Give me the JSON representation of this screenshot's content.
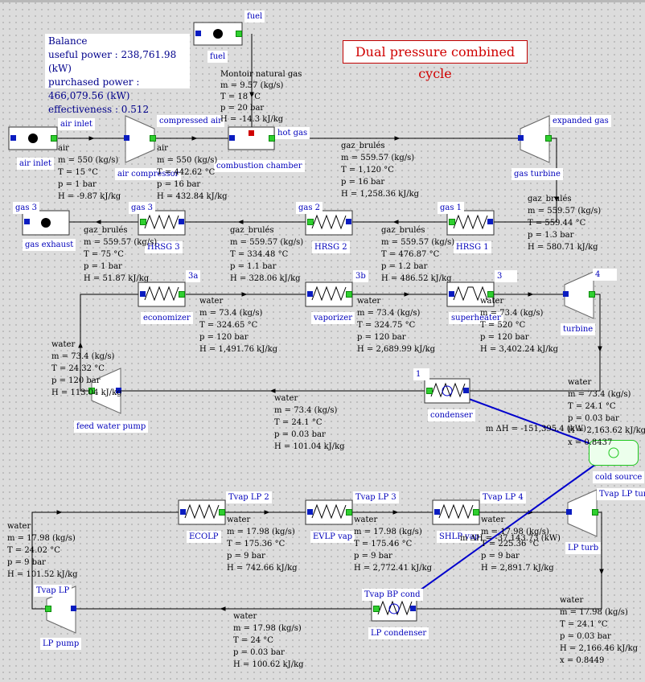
{
  "title": "Dual pressure combined cycle",
  "balance": {
    "heading": "Balance",
    "useful_power": "useful power : 238,761.98 (kW)",
    "purchased_power": "purchased power : 466,079.56 (kW)",
    "effectiveness": "effectiveness : 0.512"
  },
  "colors": {
    "port_blue": "#0a1cc0",
    "port_green": "#2fcf2f",
    "title_red": "#d00000",
    "link_blue": "#0000cc",
    "cold_source_green": "#1ec81e"
  },
  "components": {
    "fuel": {
      "tag": "fuel",
      "name": "fuel"
    },
    "air_inlet": {
      "tag": "air inlet",
      "name": "air inlet"
    },
    "air_compressor": {
      "tag": "compressed air",
      "name": "air compressor"
    },
    "combustion_chamber": {
      "tag": "hot gas",
      "name": "combustion chamber"
    },
    "gas_turbine": {
      "tag": "expanded gas",
      "name": "gas turbine"
    },
    "hrsg1": {
      "tag": "gas 1",
      "name": "HRSG 1"
    },
    "hrsg2": {
      "tag": "gas 2",
      "name": "HRSG 2"
    },
    "hrsg3": {
      "tag": "gas 3",
      "name": "HRSG 3"
    },
    "gas_exhaust": {
      "tag": "gas 3",
      "name": "gas exhaust"
    },
    "economizer": {
      "tag": "3a",
      "name": "economizer"
    },
    "vaporizer": {
      "tag": "3b",
      "name": "vaporizer"
    },
    "superheater": {
      "tag": "3",
      "name": "superheater"
    },
    "turbine": {
      "tag": "4",
      "name": "turbine"
    },
    "condenser": {
      "tag": "1",
      "name": "condenser"
    },
    "feed_water_pump": {
      "name": "feed water pump"
    },
    "cold_source": {
      "name": "cold source"
    },
    "ecolp": {
      "tag": "Tvap LP 2",
      "name": "ECOLP"
    },
    "evlp": {
      "tag": "Tvap LP 3",
      "name": "EVLP vap"
    },
    "shlp": {
      "tag": "Tvap LP 4",
      "name": "SHLP vap"
    },
    "lp_turb": {
      "tag": "Tvap LP turb",
      "name": "LP turb"
    },
    "lp_condenser": {
      "tag": "Tvap BP cond",
      "name": "LP condenser"
    },
    "lp_pump": {
      "tag": "Tvap LP",
      "name": "LP pump"
    }
  },
  "streams": {
    "fuel": [
      "Montoir natural gas",
      "m = 9.57 (kg/s)",
      "T = 18 °C",
      "p = 20 bar",
      "H = -14.3 kJ/kg"
    ],
    "air": [
      "air",
      "m = 550 (kg/s)",
      "T = 15 °C",
      "p = 1 bar",
      "H = -9.87 kJ/kg"
    ],
    "compressed_air": [
      "air",
      "m = 550 (kg/s)",
      "T = 442.62 °C",
      "p = 16 bar",
      "H = 432.84 kJ/kg"
    ],
    "hot_gas": [
      "gaz_brulés",
      "m = 559.57 (kg/s)",
      "T = 1,120 °C",
      "p = 16 bar",
      "H = 1,258.36 kJ/kg"
    ],
    "expanded_gas": [
      "gaz_brulés",
      "m = 559.57 (kg/s)",
      "T = 559.44 °C",
      "p = 1.3 bar",
      "H = 580.71 kJ/kg"
    ],
    "gas1": [
      "gaz_brulés",
      "m = 559.57 (kg/s)",
      "T = 476.87 °C",
      "p = 1.2 bar",
      "H = 486.52 kJ/kg"
    ],
    "gas2": [
      "gaz_brulés",
      "m = 559.57 (kg/s)",
      "T = 334.48 °C",
      "p = 1.1 bar",
      "H = 328.06 kJ/kg"
    ],
    "gas3": [
      "gaz_brulés",
      "m = 559.57 (kg/s)",
      "T = 75 °C",
      "p = 1 bar",
      "H = 51.87 kJ/kg"
    ],
    "s3a": [
      "water",
      "m = 73.4 (kg/s)",
      "T = 324.65 °C",
      "p = 120 bar",
      "H = 1,491.76 kJ/kg"
    ],
    "s3b": [
      "water",
      "m = 73.4 (kg/s)",
      "T = 324.75 °C",
      "p = 120 bar",
      "H = 2,689.99 kJ/kg"
    ],
    "s3": [
      "water",
      "m = 73.4 (kg/s)",
      "T = 520 °C",
      "p = 120 bar",
      "H = 3,402.24 kJ/kg"
    ],
    "s4": [
      "water",
      "m = 73.4 (kg/s)",
      "T = 24.1 °C",
      "p = 0.03 bar",
      "H = 2,163.62 kJ/kg",
      "x = 0.8437"
    ],
    "s1": [
      "water",
      "m = 73.4 (kg/s)",
      "T = 24.1 °C",
      "p = 0.03 bar",
      "H = 101.04 kJ/kg"
    ],
    "s2": [
      "water",
      "m = 73.4 (kg/s)",
      "T = 24.32 °C",
      "p = 120 bar",
      "H = 113.04 kJ/kg"
    ],
    "lp1": [
      "water",
      "m = 17.98 (kg/s)",
      "T = 24.02 °C",
      "p = 9 bar",
      "H = 101.52 kJ/kg"
    ],
    "lp2": [
      "water",
      "m = 17.98 (kg/s)",
      "T = 175.36 °C",
      "p = 9 bar",
      "H = 742.66 kJ/kg"
    ],
    "lp3": [
      "water",
      "m = 17.98 (kg/s)",
      "T = 175.46 °C",
      "p = 9 bar",
      "H = 2,772.41 kJ/kg"
    ],
    "lp4": [
      "water",
      "m = 17.98 (kg/s)",
      "T = 225.36 °C",
      "p = 9 bar",
      "H = 2,891.7 kJ/kg"
    ],
    "lp_turb_out": [
      "water",
      "m = 17.98 (kg/s)",
      "T = 24.1 °C",
      "p = 0.03 bar",
      "H = 2,166.46 kJ/kg",
      "x = 0.8449"
    ],
    "lp_cond_out": [
      "water",
      "m = 17.98 (kg/s)",
      "T = 24 °C",
      "p = 0.03 bar",
      "H = 100.62 kJ/kg"
    ]
  },
  "heat_transfers": {
    "condenser": "m ΔH = -151,395.4 (kW)",
    "lp_condenser": "m ΔH = -37,143.73 (kW)"
  }
}
